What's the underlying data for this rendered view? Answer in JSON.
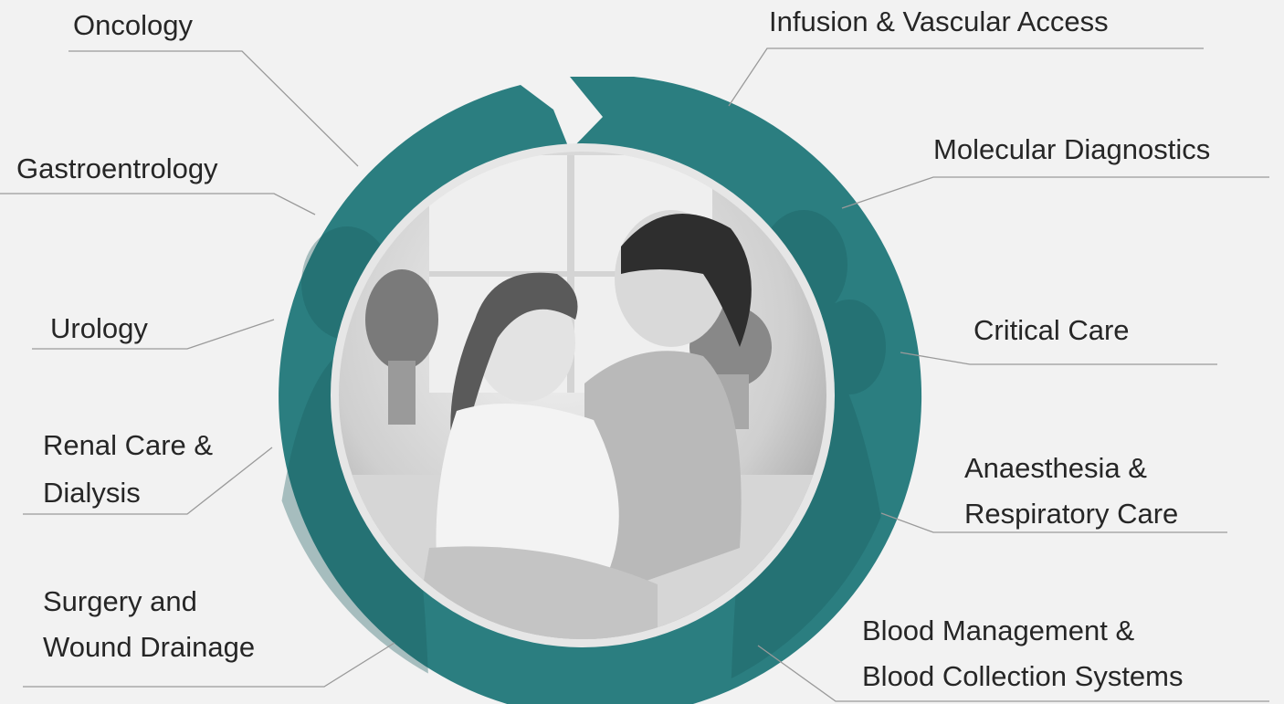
{
  "diagram": {
    "colors": {
      "ring": "#2b7e80",
      "ring_dark": "#1f6a6c",
      "background": "#f2f2f2",
      "leader": "#9a9a9a",
      "photo_rim": "#e8e8e8"
    },
    "center_image": "mother-and-daughter-photo",
    "segments": [
      {
        "id": "oncology",
        "lines": [
          "Oncology"
        ]
      },
      {
        "id": "gastroenterology",
        "lines": [
          "Gastroentrology"
        ]
      },
      {
        "id": "urology",
        "lines": [
          "Urology"
        ]
      },
      {
        "id": "renal-care",
        "lines": [
          "Renal Care &",
          "Dialysis"
        ]
      },
      {
        "id": "surgery",
        "lines": [
          "Surgery and",
          "Wound Drainage"
        ]
      },
      {
        "id": "infusion",
        "lines": [
          "Infusion & Vascular Access"
        ]
      },
      {
        "id": "molecular-diagnostics",
        "lines": [
          "Molecular Diagnostics"
        ]
      },
      {
        "id": "critical-care",
        "lines": [
          "Critical Care"
        ]
      },
      {
        "id": "anaesthesia",
        "lines": [
          "Anaesthesia &",
          "Respiratory Care"
        ]
      },
      {
        "id": "blood-management",
        "lines": [
          "Blood Management &",
          "Blood Collection Systems"
        ]
      }
    ]
  }
}
